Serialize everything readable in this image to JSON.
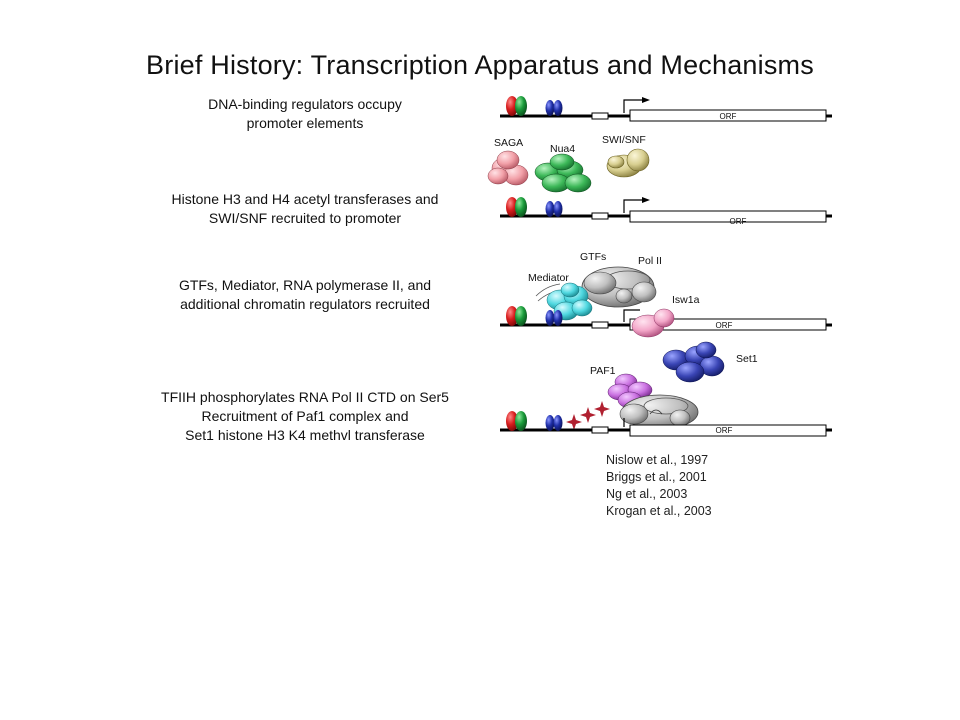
{
  "title": "Brief History: Transcription Apparatus and Mechanisms",
  "steps": [
    {
      "line1": "DNA-binding regulators occupy",
      "line2": "promoter elements"
    },
    {
      "line1": "Histone H3 and H4 acetyl transferases and",
      "line2": "SWI/SNF recruited to promoter"
    },
    {
      "line1": "GTFs, Mediator, RNA polymerase II, and",
      "line2": "additional chromatin regulators recruited"
    },
    {
      "line1": "TFIIH phosphorylates RNA Pol II CTD on Ser5",
      "line2": "Recruitment of Paf1 complex and",
      "line3": "Set1 histone H3 K4 methvl transferase"
    }
  ],
  "labels": {
    "orf": "ORF",
    "saga": "SAGA",
    "nua4": "Nua4",
    "swisnf": "SWI/SNF",
    "gtfs": "GTFs",
    "polii": "Pol II",
    "mediator": "Mediator",
    "isw1a": "Isw1a",
    "paf1": "PAF1",
    "set1": "Set1"
  },
  "references": [
    "Nislow et al., 1997",
    "Briggs et al., 2001",
    "Ng et al., 2003",
    "Krogan et al., 2003"
  ],
  "colors": {
    "red": "#d81e1e",
    "green": "#1a9b3a",
    "blue": "#1f2fa8",
    "saga": "#f2a0a8",
    "nua4": "#3cb858",
    "swisnf": "#d8cf90",
    "mediator": "#4fd8e0",
    "polii": "#c0c0c0",
    "isw1a": "#f3a6c8",
    "paf1": "#c970e0",
    "set1": "#3a45b5"
  }
}
